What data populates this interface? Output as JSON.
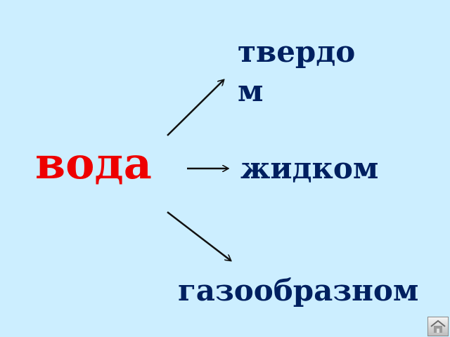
{
  "colors": {
    "background": "#cceeff",
    "main_word": "#ee0000",
    "state_words": "#002060",
    "arrows": "#111111"
  },
  "diagram": {
    "center": {
      "label": "вода"
    },
    "branches": [
      {
        "label": "твердом"
      },
      {
        "label": "жидком"
      },
      {
        "label": "газообразном"
      }
    ]
  },
  "navigation": {
    "home_icon": "home-icon"
  }
}
